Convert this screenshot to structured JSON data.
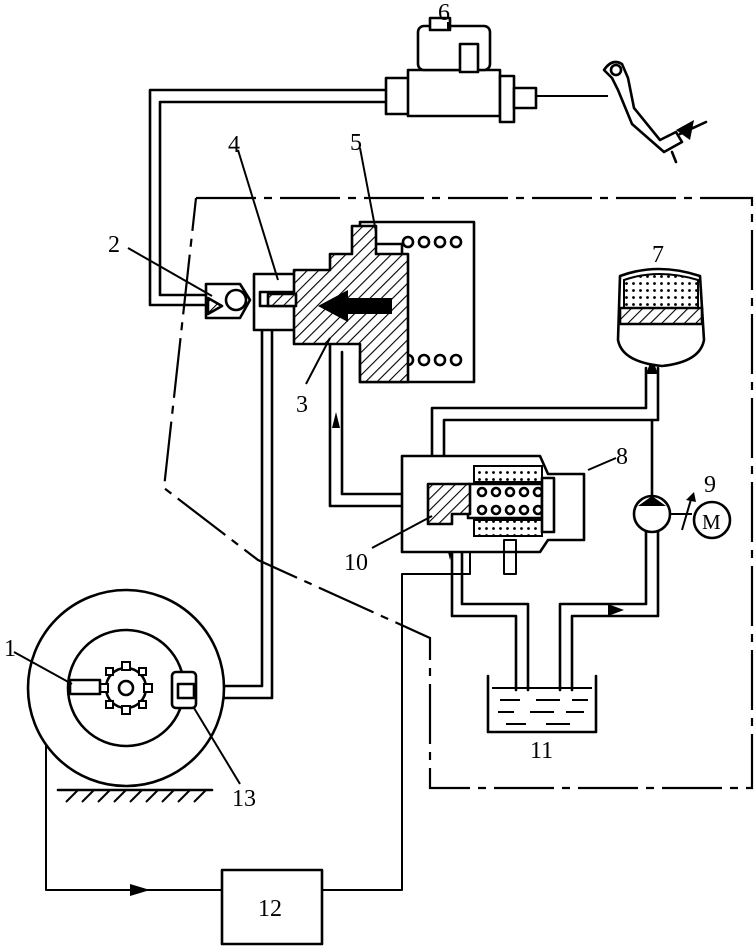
{
  "diagram": {
    "labels": {
      "n1": "1",
      "n2": "2",
      "n3": "3",
      "n4": "4",
      "n5": "5",
      "n6": "6",
      "n7": "7",
      "n8": "8",
      "n9": "9",
      "n10": "10",
      "n11": "11",
      "n12": "12",
      "n13": "13",
      "motor": "M"
    }
  }
}
